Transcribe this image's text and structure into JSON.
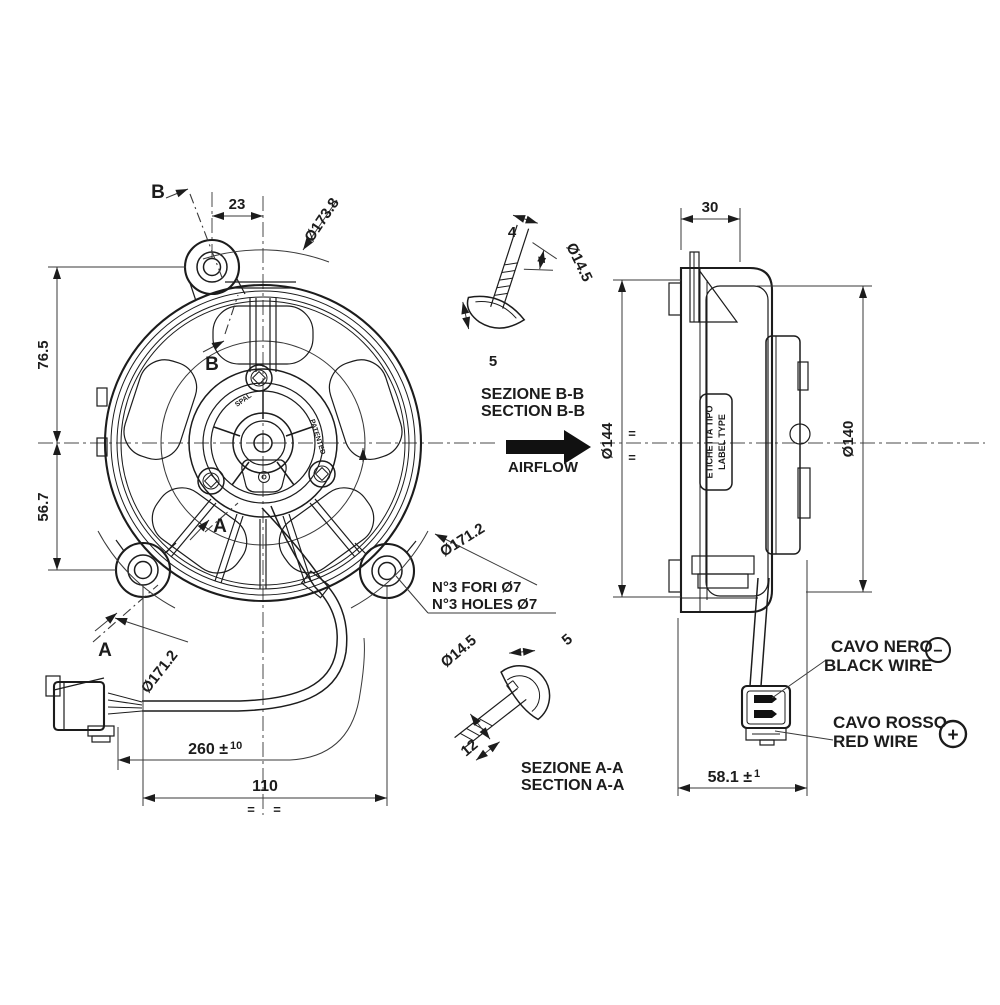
{
  "front_view": {
    "dim_left_top": "76.5",
    "dim_left_bottom": "56.7",
    "dim_top_offset": "23",
    "dia_overall": "Ø173.8",
    "dia_bolt_circle_left": "Ø171.2",
    "dia_bolt_circle_right": "Ø171.2",
    "holes_note_line1": "N°3 FORI Ø7",
    "holes_note_line2": "N°3 HOLES Ø7",
    "cable_length_value": "260 ±",
    "cable_length_tolerance": "10",
    "dim_hole_spacing": "110",
    "symmetry_mark_left": "=",
    "symmetry_mark_right": "=",
    "section_b_label_top": "B",
    "section_b_label_inner": "B",
    "section_a_label_inner": "A",
    "section_a_label_bottom": "A",
    "hub_brand": "SPAL",
    "hub_patented": "PATENTED"
  },
  "section_bb": {
    "title_line1": "SEZIONE B-B",
    "title_line2": "SECTION B-B",
    "dim_width": "4",
    "dim_depth": "5",
    "dim_diameter": "Ø14.5"
  },
  "airflow": {
    "label": "AIRFLOW"
  },
  "section_aa": {
    "title_line1": "SEZIONE A-A",
    "title_line2": "SECTION A-A",
    "dim_length": "12",
    "dim_depth": "5",
    "dim_diameter": "Ø14.5"
  },
  "side_view": {
    "dim_bracket_depth": "30",
    "dia_fan": "Ø140",
    "dia_shroud": "Ø144",
    "symmetry_mark_top": "=",
    "symmetry_mark_bottom": "=",
    "label_tag_line1": "ETICHETTA TIPO",
    "label_tag_line2": "LABEL TYPE",
    "dim_total_depth": "58.1 ±",
    "dim_total_depth_tolerance": "1"
  },
  "wiring": {
    "black_wire_line1": "CAVO NERO",
    "black_wire_line2": "BLACK WIRE",
    "black_wire_polarity": "−",
    "red_wire_line1": "CAVO ROSSO",
    "red_wire_line2": "RED WIRE",
    "red_wire_polarity": "+"
  },
  "colors": {
    "line": "#1c1c1c",
    "background": "#ffffff"
  }
}
